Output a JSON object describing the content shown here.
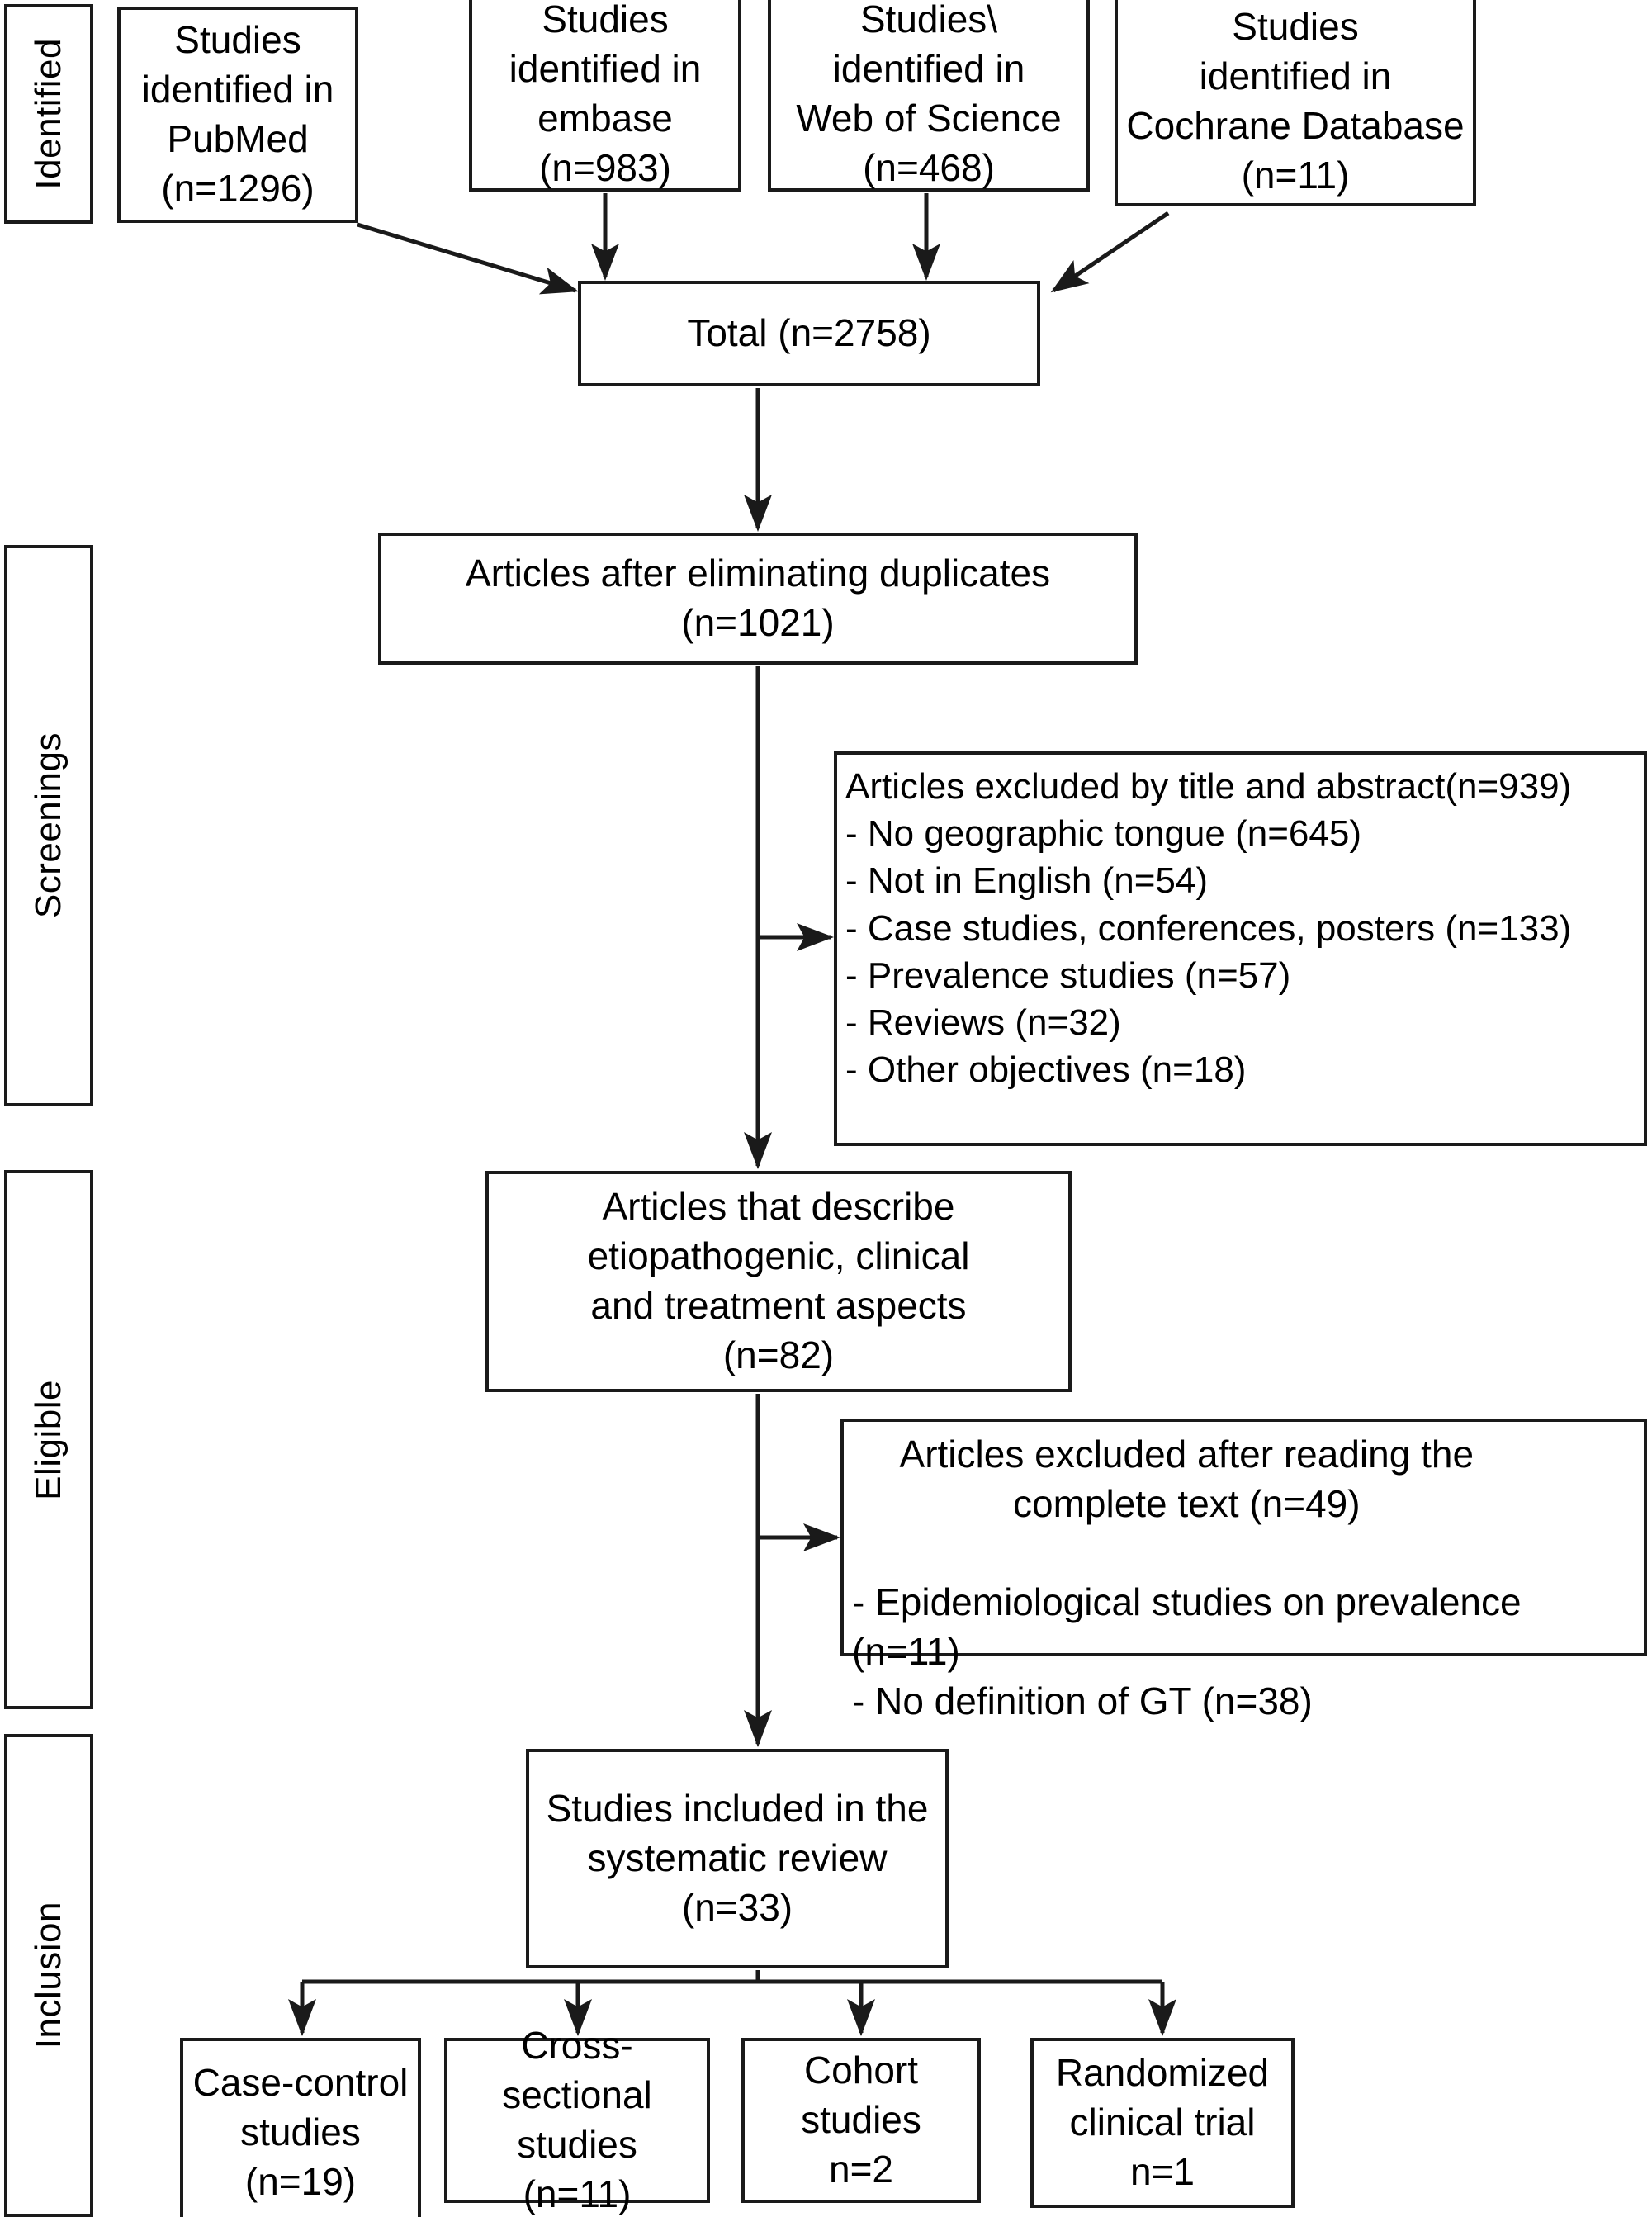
{
  "diagram": {
    "type": "prisma-flow-diagram",
    "stages": [
      {
        "id": "identified",
        "label": "Identified"
      },
      {
        "id": "screenings",
        "label": "Screenings"
      },
      {
        "id": "eligible",
        "label": "Eligible"
      },
      {
        "id": "inclusion",
        "label": "Inclusion"
      }
    ],
    "sources": [
      {
        "id": "pubmed",
        "text": "Studies\nidentified in\nPubMed\n(n=1296)"
      },
      {
        "id": "embase",
        "text": "Studies\nidentified in\nembase\n(n=983)"
      },
      {
        "id": "wos",
        "text": "Studies\\\nidentified in\nWeb of Science\n(n=468)"
      },
      {
        "id": "cochrane",
        "text": "Studies\nidentified in\nCochrane Database\n(n=11)"
      }
    ],
    "total": {
      "text": "Total (n=2758)"
    },
    "duplicates": {
      "text": "Articles after eliminating duplicates\n(n=1021)"
    },
    "excluded_title_abstract": {
      "heading": "Articles excluded by title and abstract(n=939)",
      "items": [
        "- No geographic tongue (n=645)",
        "- Not in English (n=54)",
        "- Case studies, conferences, posters (n=133)",
        "- Prevalence studies (n=57)",
        "- Reviews (n=32)",
        "- Other objectives (n=18)"
      ]
    },
    "eligible_articles": {
      "text": "Articles that describe\netiopathogenic, clinical\nand treatment aspects\n(n=82)"
    },
    "excluded_full_text": {
      "heading": "Articles excluded after reading the\ncomplete text (n=49)",
      "items": [
        "- Epidemiological studies on prevalence",
        "(n=11)",
        "- No definition of GT (n=38)"
      ]
    },
    "included": {
      "text": "Studies included in the\nsystematic review\n(n=33)"
    },
    "study_types": [
      {
        "id": "case-control",
        "text": "Case-control\nstudies\n(n=19)"
      },
      {
        "id": "cross-sectional",
        "text": "Cross-\nsectional studies\n(n=11)"
      },
      {
        "id": "cohort",
        "text": "Cohort\nstudies\nn=2"
      },
      {
        "id": "rct",
        "text": "Randomized\nclinical trial\nn=1"
      }
    ],
    "colors": {
      "stroke": "#1a1a1a",
      "fill": "#ffffff",
      "text": "#000000"
    }
  }
}
